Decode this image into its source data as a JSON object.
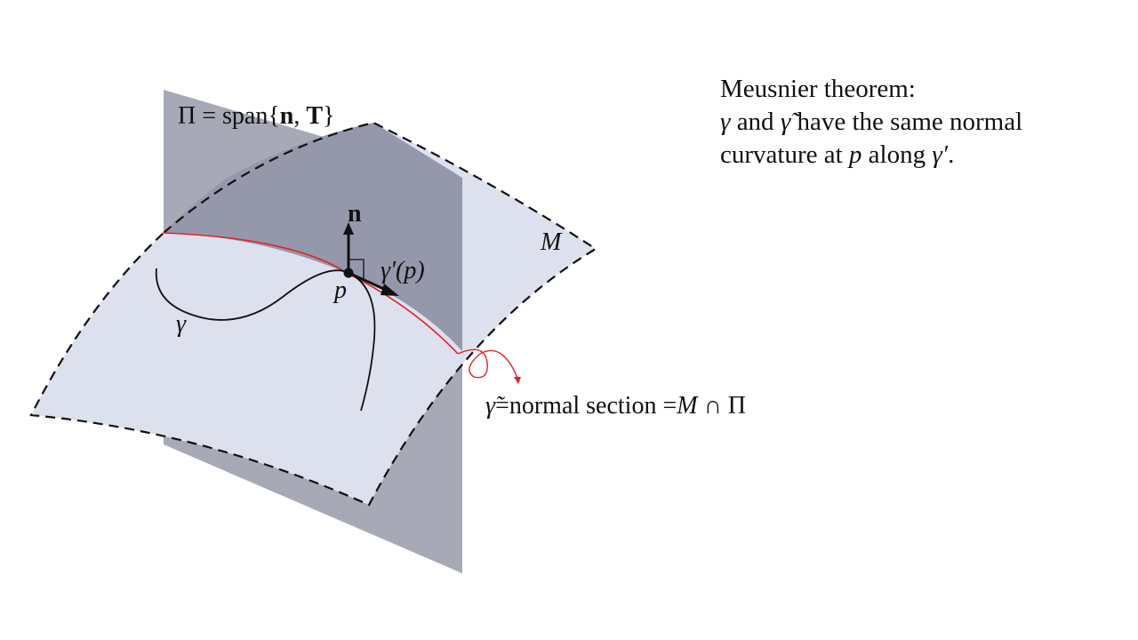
{
  "labels": {
    "plane": "Π = span{",
    "plane_n": "n",
    "plane_comma": ", ",
    "plane_T": "T",
    "plane_close": "}",
    "normal": "n",
    "tangent": "γ'(p)",
    "point": "p",
    "curve": "γ",
    "surface": "M",
    "section_tilde": "γ̃",
    "section_text": "=normal section =",
    "section_M": "M",
    "section_cap": " ∩ Π"
  },
  "theorem": {
    "title": "Meusnier theorem:",
    "line2_gamma": "γ",
    "line2_and": " and ",
    "line2_gtilde": "γ̃",
    "line2_rest": " have the same normal",
    "line3_start": "curvature at ",
    "line3_p": "p",
    "line3_mid": " along ",
    "line3_gp": "γ′",
    "line3_end": "."
  },
  "colors": {
    "plane_fill": "#a7a9b7",
    "plane_overlap": "#9598ab",
    "surface_fill": "#dde1ee",
    "section_curve": "#e8202a",
    "ink": "#111111"
  }
}
